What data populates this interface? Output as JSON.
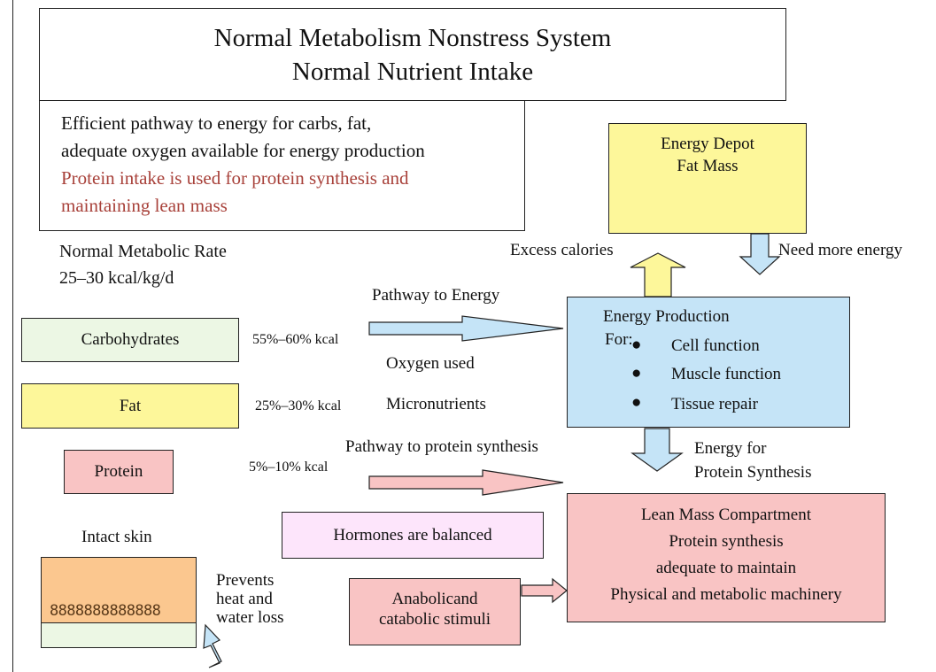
{
  "title": {
    "line1": "Normal Metabolism Nonstress System",
    "line2": "Normal Nutrient Intake"
  },
  "info": {
    "line1": "Efficient pathway to energy for carbs, fat,",
    "line2": "adequate oxygen available for energy production",
    "line3": "Protein intake is used for protein synthesis and",
    "line4": "maintaining lean mass"
  },
  "metabolic_rate": {
    "line1": "Normal Metabolic Rate",
    "line2": "25–30 kcal/kg/d"
  },
  "energy_depot": {
    "line1": "Energy Depot",
    "line2": "Fat Mass"
  },
  "labels": {
    "excess_calories": "Excess calories",
    "need_more_energy": "Need more energy",
    "pathway_to_energy": "Pathway to Energy",
    "oxygen_used": "Oxygen used",
    "micronutrients": "Micronutrients",
    "pathway_to_protein": "Pathway to protein synthesis",
    "energy_for_protein_1": "Energy for",
    "energy_for_protein_2": "Protein Synthesis",
    "intact_skin": "Intact skin",
    "prevents_1": "Prevents",
    "prevents_2": "heat and",
    "prevents_3": "water loss"
  },
  "nutrients": [
    {
      "name": "Carbohydrates",
      "pct": "55%–60% kcal",
      "color": "#ecf7e4"
    },
    {
      "name": "Fat",
      "pct": "25%–30% kcal",
      "color": "#fdf79a"
    },
    {
      "name": "Protein",
      "pct": "5%–10% kcal",
      "color": "#f9c4c4"
    }
  ],
  "energy_production": {
    "title": "Energy Production",
    "for_label": "For:",
    "items": [
      "Cell function",
      "Muscle function",
      "Tissue repair"
    ]
  },
  "hormones": "Hormones are balanced",
  "anabolic": {
    "line1": "Anabolicand",
    "line2": "catabolic stimuli"
  },
  "lean_mass": {
    "line1": "Lean Mass Compartment",
    "line2": "Protein synthesis",
    "line3": "adequate to maintain",
    "line4": "Physical and metabolic machinery"
  },
  "skin_pattern": "8888888888888",
  "colors": {
    "blue_arrow": "#c5e4f7",
    "pink_arrow": "#f9c4c4",
    "yellow_arrow": "#fdf79a",
    "skin_orange": "#fbc78f",
    "hormone_pink": "#fde5fb",
    "info_red": "#a8413a"
  }
}
